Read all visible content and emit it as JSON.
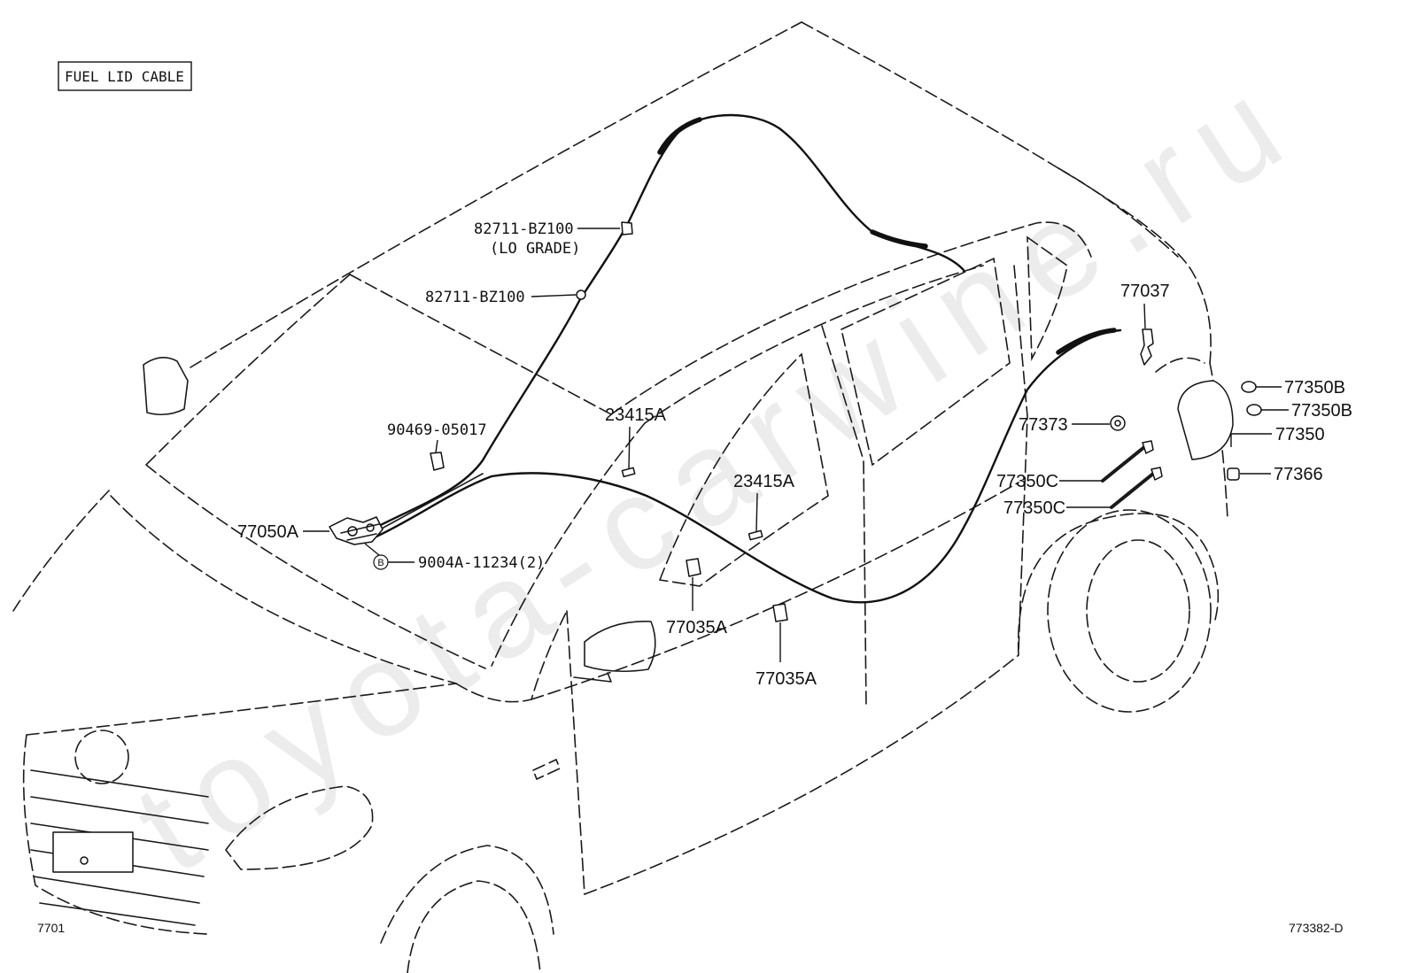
{
  "title": "FUEL LID CABLE",
  "callouts": [
    "82711-BZ100",
    "(LO GRADE)",
    "82711-BZ100",
    "90469-05017",
    "23415A",
    "23415A",
    "77050A",
    "B",
    "9004A-11234(2)",
    "77035A",
    "77035A",
    "77037",
    "77350B",
    "77350B",
    "77373",
    "77350",
    "77350C",
    "77366",
    "77350C"
  ],
  "figure_code": "7701",
  "illustration_id": "773382-D",
  "watermark": "toyota-carwine.ru",
  "colors": {
    "line": "#1a1a1a",
    "background": "#ffffff",
    "watermark": "#ececec"
  }
}
